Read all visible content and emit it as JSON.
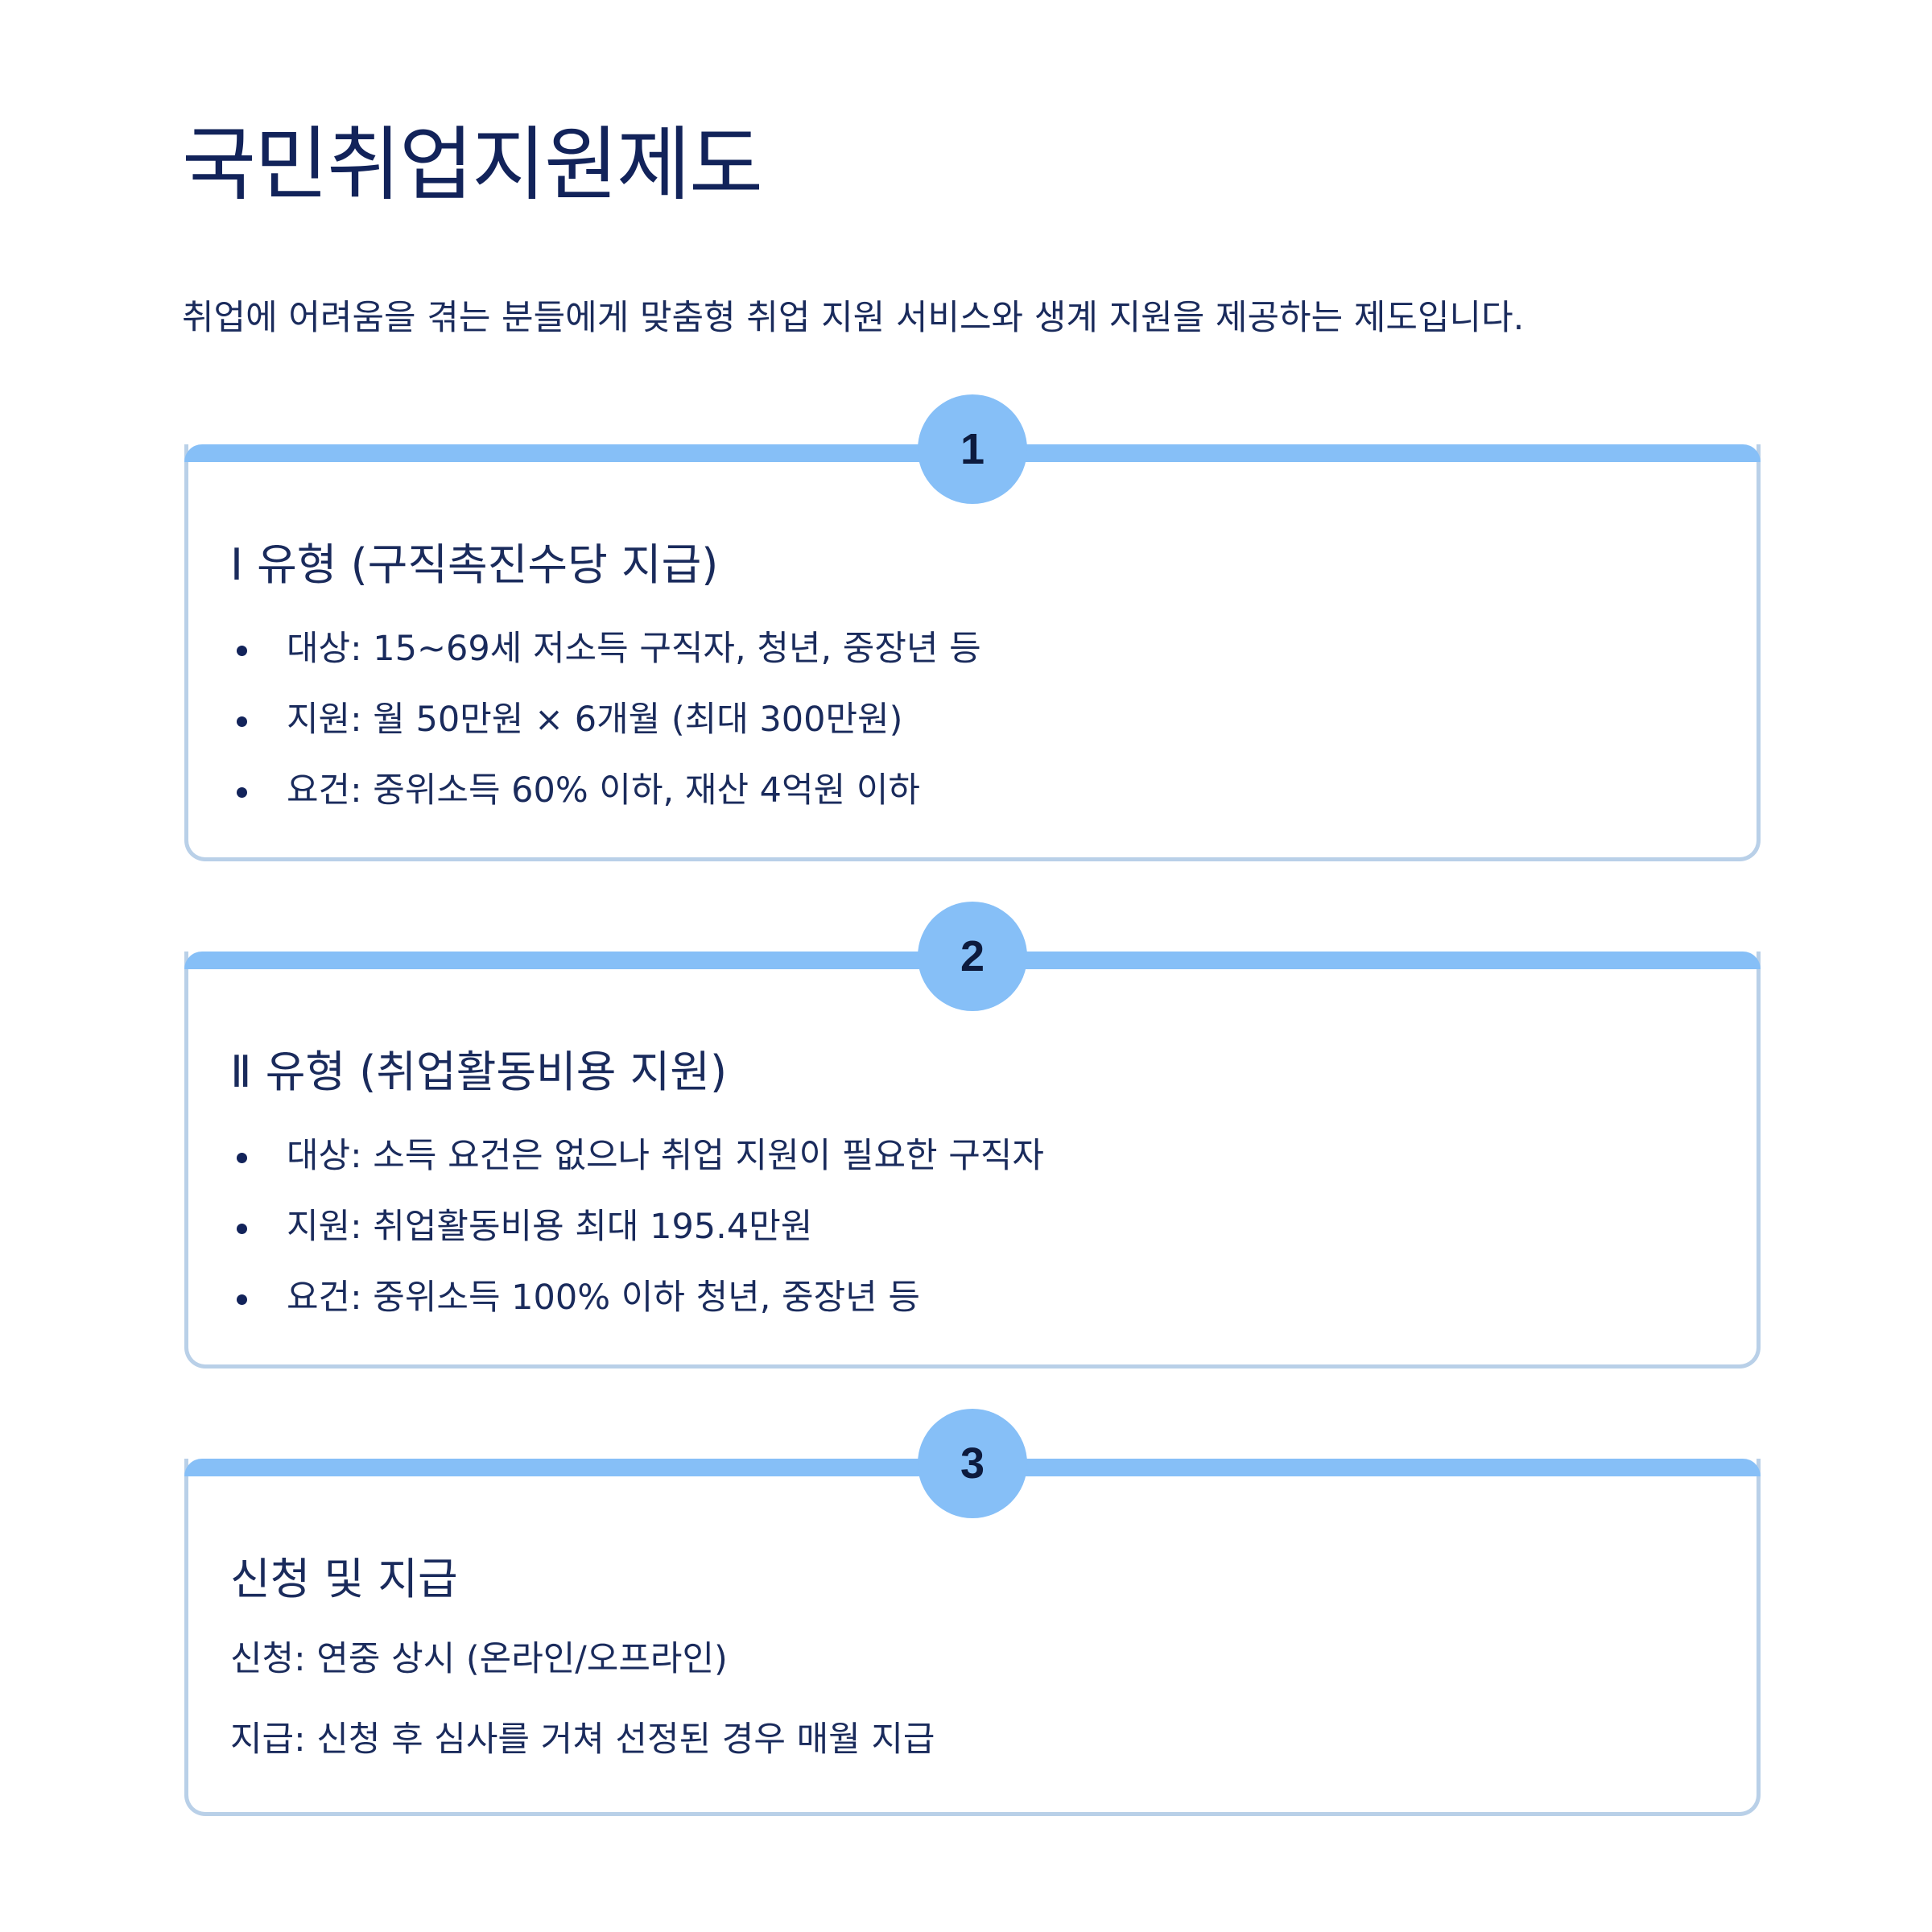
{
  "header": {
    "title": "국민취업지원제도",
    "intro": "취업에 어려움을 겪는 분들에게 맞춤형 취업 지원 서비스와 생계 지원을 제공하는 제도입니다."
  },
  "colors": {
    "accent": "#86bff7",
    "border": "#b9d0e8",
    "text": "#1a2b5c",
    "title": "#12235a"
  },
  "cards": [
    {
      "number": "1",
      "heading": "Ⅰ 유형 (구직촉진수당 지급)",
      "items": [
        "대상: 15~69세 저소득 구직자, 청년, 중장년 등",
        "지원: 월 50만원 × 6개월 (최대 300만원)",
        "요건: 중위소득 60% 이하, 재산 4억원 이하"
      ]
    },
    {
      "number": "2",
      "heading": "Ⅱ 유형 (취업활동비용 지원)",
      "items": [
        "대상: 소득 요건은 없으나 취업 지원이 필요한 구직자",
        "지원: 취업활동비용 최대 195.4만원",
        "요건: 중위소득 100% 이하 청년, 중장년 등"
      ]
    },
    {
      "number": "3",
      "heading": "신청 및 지급",
      "lines": [
        "신청: 연중 상시 (온라인/오프라인)",
        "지급: 신청 후 심사를 거쳐 선정된 경우 매월 지급"
      ]
    }
  ]
}
